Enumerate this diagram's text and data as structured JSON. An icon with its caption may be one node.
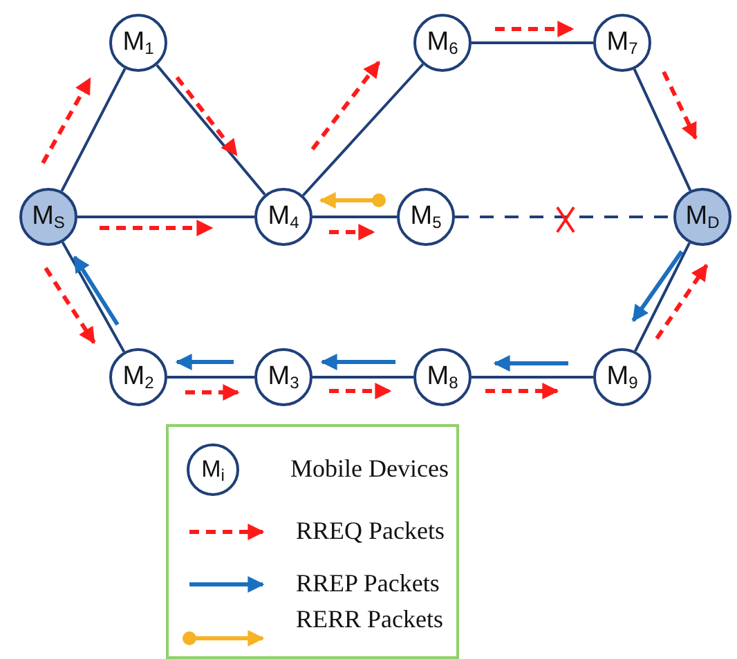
{
  "diagram": {
    "nodes": [
      {
        "text": [
          "M$_{S}$"
        ]
      },
      {
        "text": [
          "M$_{1}$"
        ]
      },
      {
        "text": [
          "M$_{2}$"
        ]
      },
      {
        "text": [
          "M$_{3}$"
        ]
      },
      {
        "text": [
          "M$_{4}$"
        ]
      },
      {
        "text": [
          "M$_{5}$"
        ]
      },
      {
        "text": [
          "M$_{6}$"
        ]
      },
      {
        "text": [
          "M$_{7}$"
        ]
      },
      {
        "text": [
          "M$_{8}$"
        ]
      },
      {
        "text": [
          "M$_{9}$"
        ]
      },
      {
        "text": [
          "M$_{D}$"
        ]
      }
    ],
    "edges": [
      {
        "from": 0,
        "to": 1,
        "arrow": "none"
      },
      {
        "from": 1,
        "to": 4,
        "arrow": "none"
      },
      {
        "from": 0,
        "to": 4,
        "arrow": "none"
      },
      {
        "from": 4,
        "to": 6,
        "arrow": "none"
      },
      {
        "from": 6,
        "to": 7,
        "arrow": "none"
      },
      {
        "from": 7,
        "to": 10,
        "arrow": "none"
      },
      {
        "from": 4,
        "to": 5,
        "arrow": "none"
      },
      {
        "from": 5,
        "to": 10,
        "arrow": "none",
        "style": "dashed"
      },
      {
        "from": 0,
        "to": 2,
        "arrow": "none"
      },
      {
        "from": 2,
        "to": 3,
        "arrow": "none"
      },
      {
        "from": 3,
        "to": 8,
        "arrow": "none"
      },
      {
        "from": 8,
        "to": 9,
        "arrow": "none"
      },
      {
        "from": 9,
        "to": 10,
        "arrow": "none"
      }
    ],
    "labels": [
      "M$_{i}$"
    ],
    "legend": [
      {
        "text": "Mobile Devices"
      },
      {
        "text": "RREQ Packets"
      },
      {
        "text": "RREP Packets"
      },
      {
        "text": "RERR Packets"
      }
    ]
  }
}
